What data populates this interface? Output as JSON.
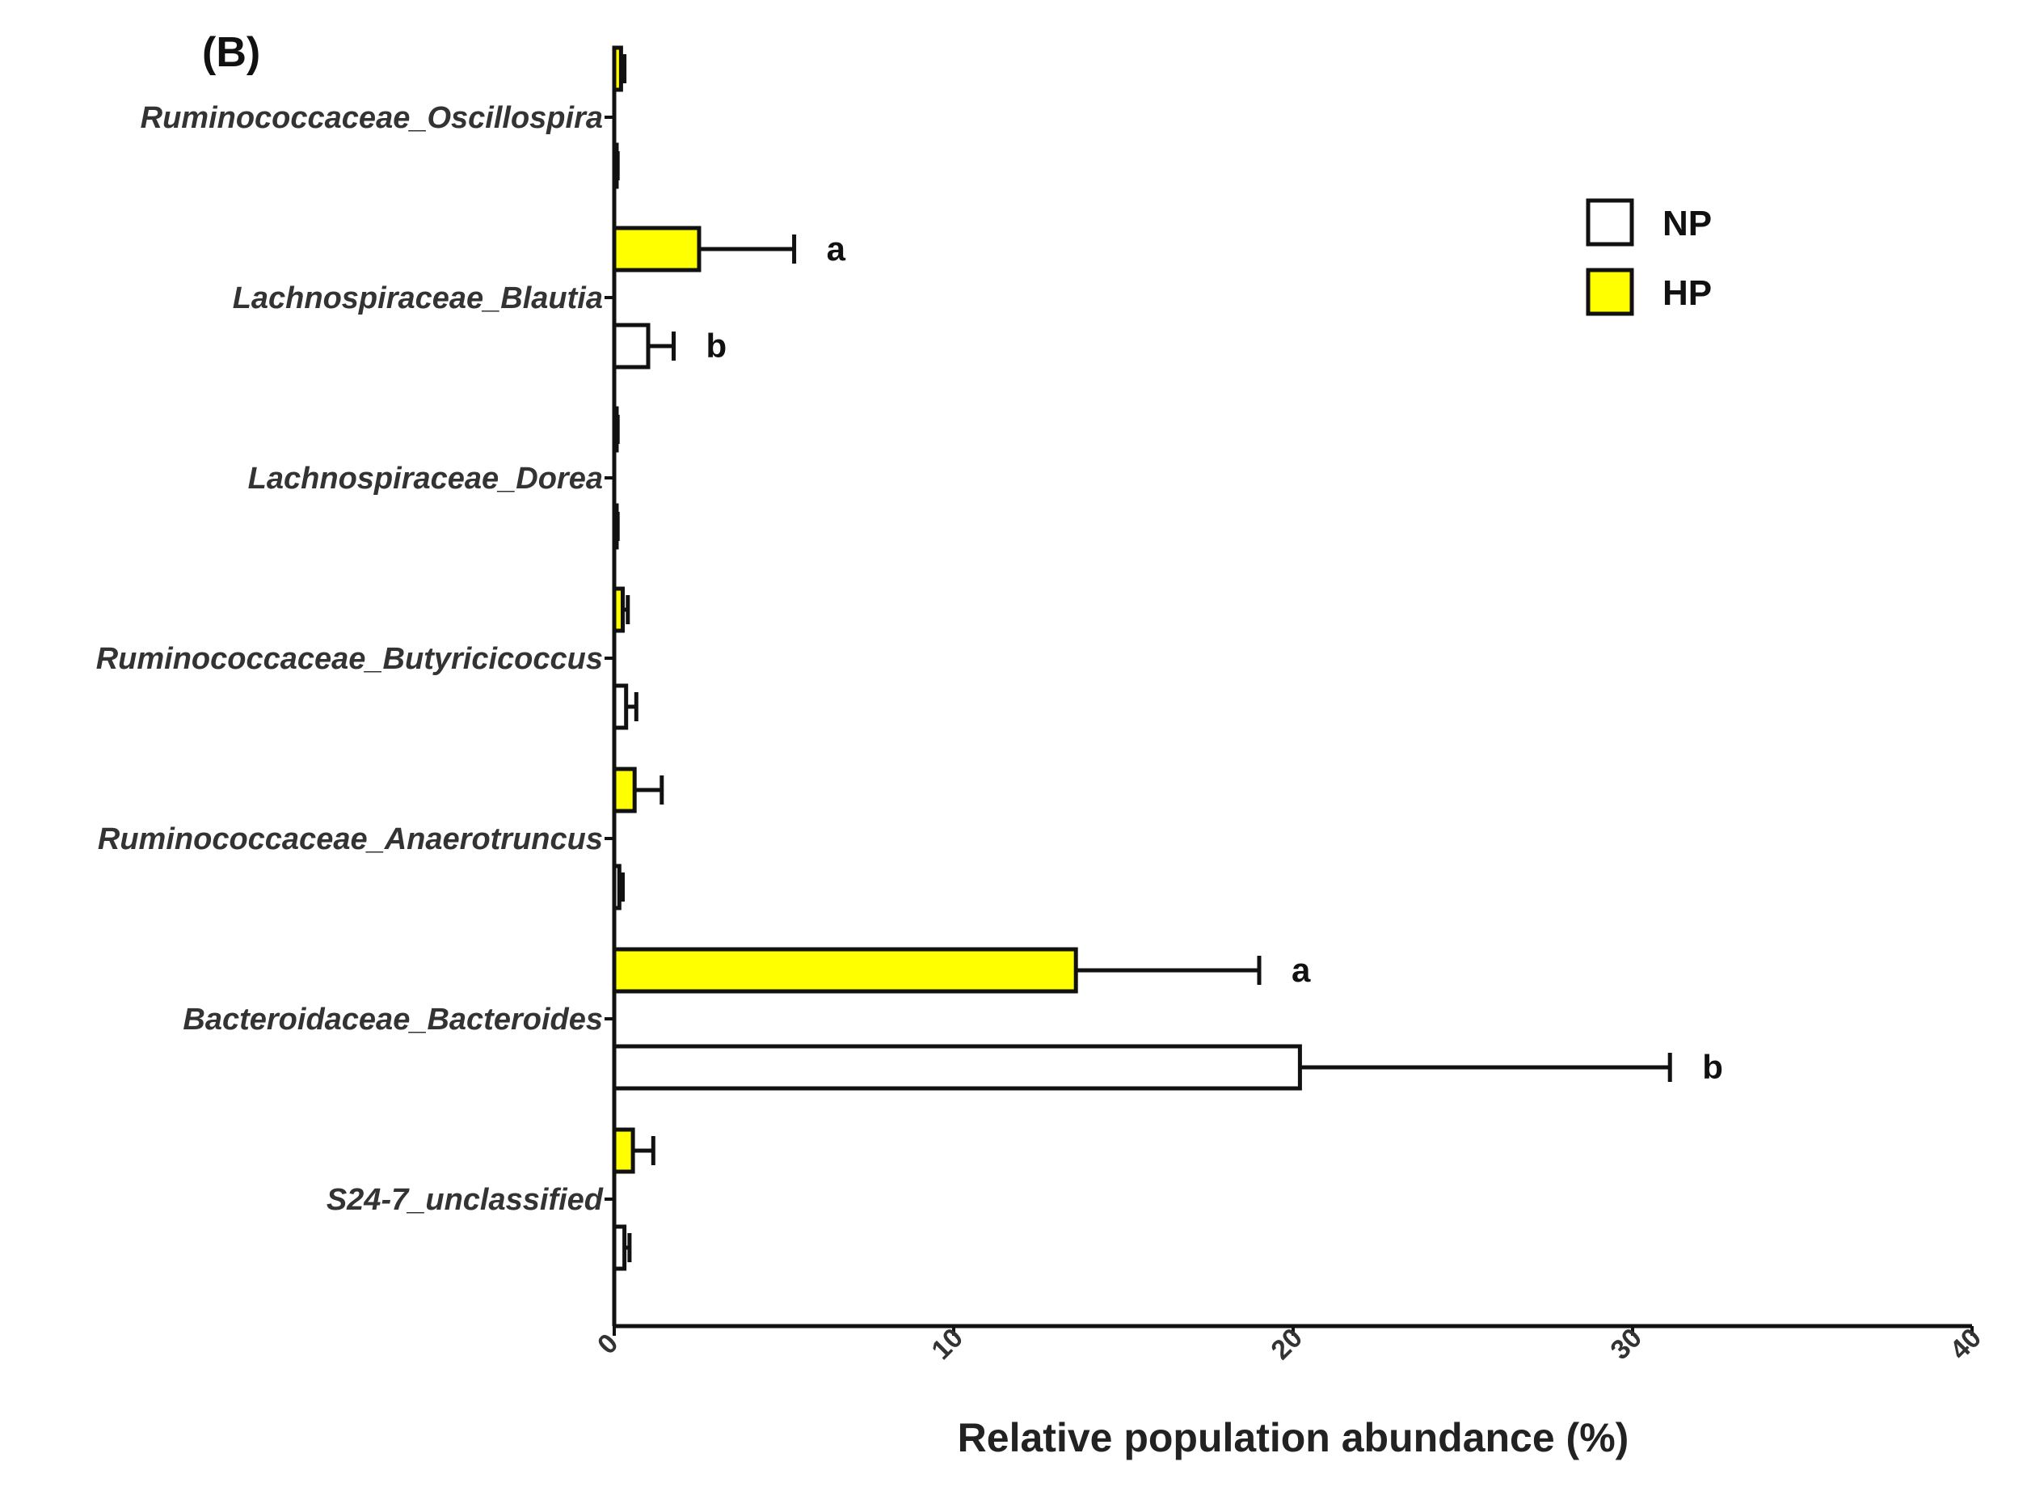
{
  "panel_label": "(B)",
  "chart_data": {
    "type": "bar",
    "orientation": "horizontal",
    "categories": [
      "Ruminococcaceae_Oscillospira",
      "Lachnospiraceae_Blautia",
      "Lachnospiraceae_Dorea",
      "Ruminococcaceae_Butyricicoccus",
      "Ruminococcaceae_Anaerotruncus",
      "Bacteroidaceae_Bacteroides",
      "S24-7_unclassified"
    ],
    "series": [
      {
        "name": "HP",
        "color": "#ffff00",
        "values": [
          0.2,
          2.5,
          0.05,
          0.25,
          0.6,
          13.6,
          0.55
        ],
        "errors": [
          0.1,
          2.8,
          0.05,
          0.15,
          0.8,
          5.4,
          0.6
        ],
        "sig": [
          "",
          "a",
          "",
          "",
          "",
          "a",
          ""
        ]
      },
      {
        "name": "NP",
        "color": "#ffffff",
        "values": [
          0.05,
          1.0,
          0.05,
          0.35,
          0.15,
          20.2,
          0.3
        ],
        "errors": [
          0.05,
          0.75,
          0.05,
          0.3,
          0.1,
          10.9,
          0.15
        ],
        "sig": [
          "",
          "b",
          "",
          "",
          "",
          "b",
          ""
        ]
      }
    ],
    "xlabel": "Relative population abundance (%)",
    "xlim": [
      0,
      40
    ],
    "xticks": [
      "0",
      "10",
      "20",
      "30",
      "40"
    ],
    "grid": false,
    "legend": {
      "position": "top-right",
      "entries": [
        {
          "label": "NP",
          "color": "#ffffff"
        },
        {
          "label": "HP",
          "color": "#ffff00"
        }
      ]
    }
  }
}
